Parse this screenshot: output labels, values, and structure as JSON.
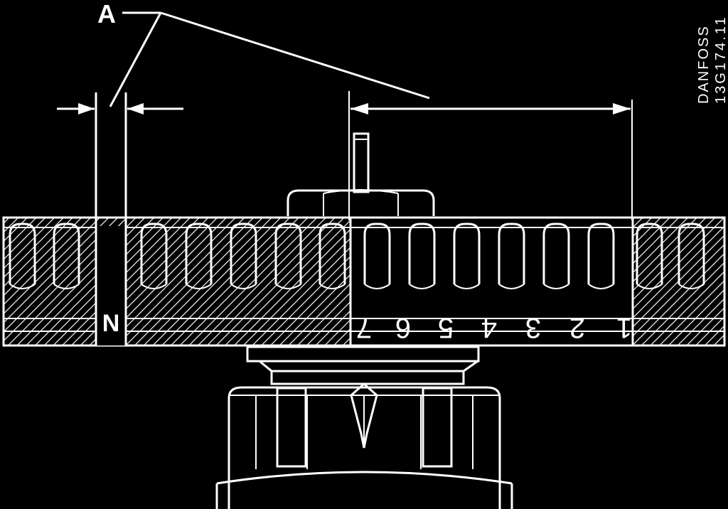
{
  "diagram": {
    "callout_label": "A",
    "neutral_label": "N",
    "scale_digits": [
      "7",
      "6",
      "5",
      "4",
      "3",
      "2",
      "1"
    ],
    "manufacturer": "DANFOSS",
    "drawing_number": "13G174.11",
    "colors": {
      "background": "#000000",
      "ink": "#ffffff"
    }
  }
}
